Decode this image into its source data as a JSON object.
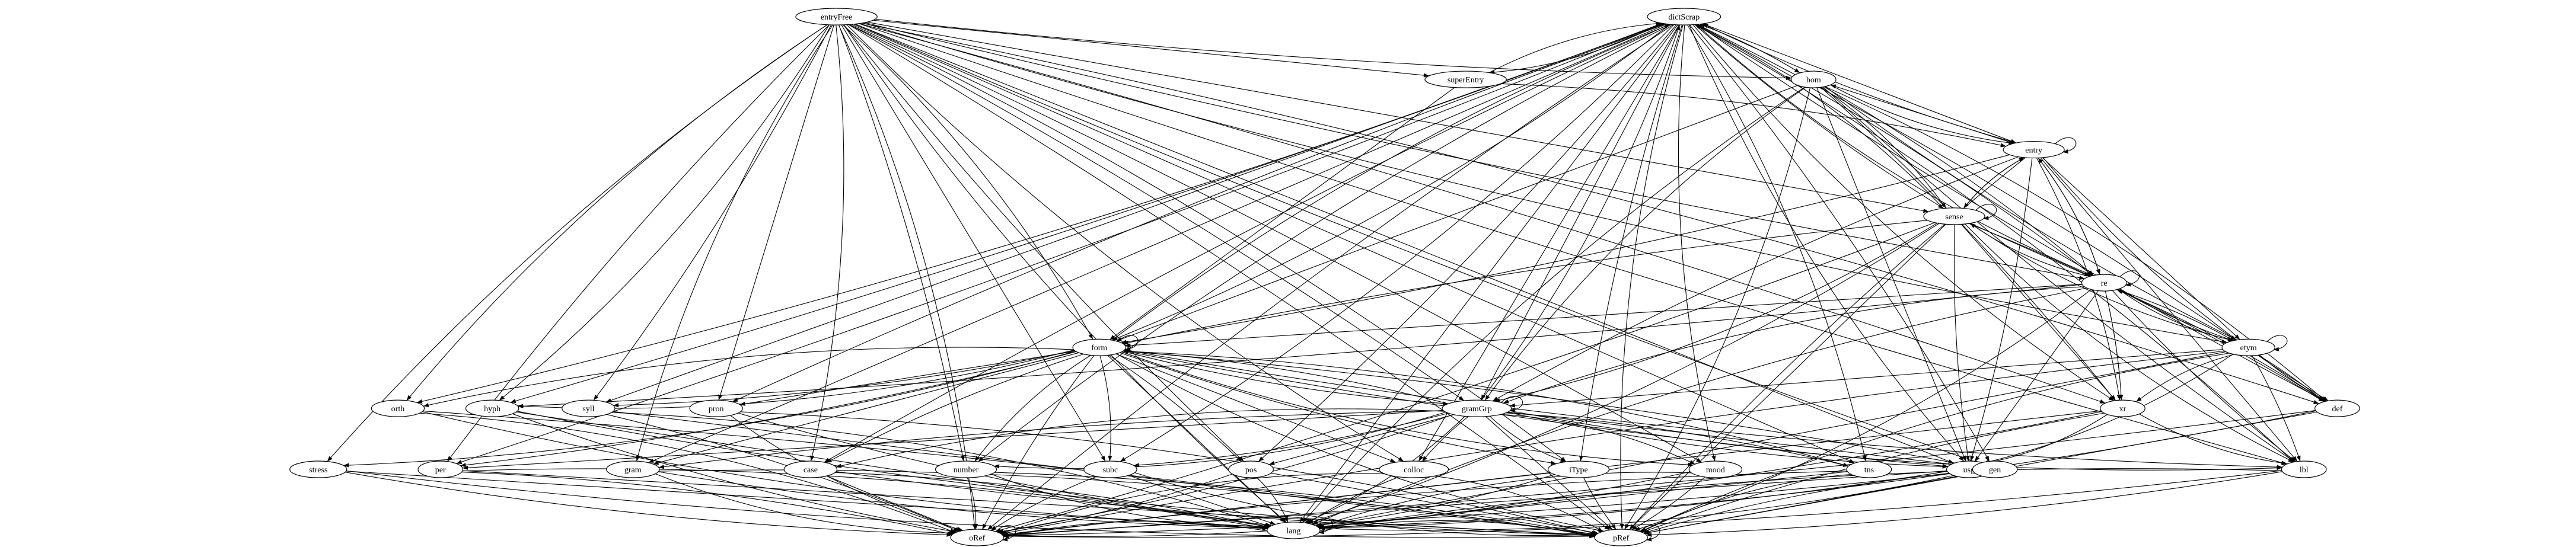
{
  "diagram": {
    "nodes": [
      {
        "id": "entryFree",
        "label": "entryFree"
      },
      {
        "id": "dictScrap",
        "label": "dictScrap"
      },
      {
        "id": "superEntry",
        "label": "superEntry"
      },
      {
        "id": "hom",
        "label": "hom"
      },
      {
        "id": "entry",
        "label": "entry"
      },
      {
        "id": "sense",
        "label": "sense"
      },
      {
        "id": "re",
        "label": "re"
      },
      {
        "id": "form",
        "label": "form"
      },
      {
        "id": "etym",
        "label": "etym"
      },
      {
        "id": "gramGrp",
        "label": "gramGrp"
      },
      {
        "id": "def",
        "label": "def"
      },
      {
        "id": "xr",
        "label": "xr"
      },
      {
        "id": "orth",
        "label": "orth"
      },
      {
        "id": "hyph",
        "label": "hyph"
      },
      {
        "id": "syll",
        "label": "syll"
      },
      {
        "id": "pron",
        "label": "pron"
      },
      {
        "id": "usg",
        "label": "usg"
      },
      {
        "id": "lbl",
        "label": "lbl"
      },
      {
        "id": "stress",
        "label": "stress"
      },
      {
        "id": "per",
        "label": "per"
      },
      {
        "id": "gram",
        "label": "gram"
      },
      {
        "id": "case",
        "label": "case"
      },
      {
        "id": "number",
        "label": "number"
      },
      {
        "id": "subc",
        "label": "subc"
      },
      {
        "id": "pos",
        "label": "pos"
      },
      {
        "id": "colloc",
        "label": "colloc"
      },
      {
        "id": "iType",
        "label": "iType"
      },
      {
        "id": "mood",
        "label": "mood"
      },
      {
        "id": "tns",
        "label": "tns"
      },
      {
        "id": "gen",
        "label": "gen"
      },
      {
        "id": "lang",
        "label": "lang"
      },
      {
        "id": "oRef",
        "label": "oRef"
      },
      {
        "id": "pRef",
        "label": "pRef"
      }
    ],
    "edges": [
      [
        "entryFree",
        "form"
      ],
      [
        "entryFree",
        "gramGrp"
      ],
      [
        "entryFree",
        "sense"
      ],
      [
        "entryFree",
        "re"
      ],
      [
        "entryFree",
        "etym"
      ],
      [
        "entryFree",
        "def"
      ],
      [
        "entryFree",
        "xr"
      ],
      [
        "entryFree",
        "usg"
      ],
      [
        "entryFree",
        "lbl"
      ],
      [
        "entryFree",
        "orth"
      ],
      [
        "entryFree",
        "hyph"
      ],
      [
        "entryFree",
        "syll"
      ],
      [
        "entryFree",
        "pron"
      ],
      [
        "entryFree",
        "per"
      ],
      [
        "entryFree",
        "gram"
      ],
      [
        "entryFree",
        "case"
      ],
      [
        "entryFree",
        "number"
      ],
      [
        "entryFree",
        "subc"
      ],
      [
        "entryFree",
        "pos"
      ],
      [
        "entryFree",
        "colloc"
      ],
      [
        "entryFree",
        "iType"
      ],
      [
        "entryFree",
        "mood"
      ],
      [
        "entryFree",
        "tns"
      ],
      [
        "entryFree",
        "gen"
      ],
      [
        "entryFree",
        "lang"
      ],
      [
        "entryFree",
        "oRef"
      ],
      [
        "entryFree",
        "pRef"
      ],
      [
        "entryFree",
        "superEntry"
      ],
      [
        "entryFree",
        "hom"
      ],
      [
        "entryFree",
        "stress"
      ],
      [
        "dictScrap",
        "superEntry"
      ],
      [
        "dictScrap",
        "hom"
      ],
      [
        "dictScrap",
        "entry"
      ],
      [
        "dictScrap",
        "sense"
      ],
      [
        "dictScrap",
        "re"
      ],
      [
        "dictScrap",
        "form"
      ],
      [
        "dictScrap",
        "etym"
      ],
      [
        "dictScrap",
        "gramGrp"
      ],
      [
        "dictScrap",
        "def"
      ],
      [
        "dictScrap",
        "xr"
      ],
      [
        "dictScrap",
        "orth"
      ],
      [
        "dictScrap",
        "hyph"
      ],
      [
        "dictScrap",
        "syll"
      ],
      [
        "dictScrap",
        "pron"
      ],
      [
        "dictScrap",
        "usg"
      ],
      [
        "dictScrap",
        "lbl"
      ],
      [
        "dictScrap",
        "per"
      ],
      [
        "dictScrap",
        "gram"
      ],
      [
        "dictScrap",
        "case"
      ],
      [
        "dictScrap",
        "number"
      ],
      [
        "dictScrap",
        "subc"
      ],
      [
        "dictScrap",
        "pos"
      ],
      [
        "dictScrap",
        "colloc"
      ],
      [
        "dictScrap",
        "iType"
      ],
      [
        "dictScrap",
        "mood"
      ],
      [
        "dictScrap",
        "tns"
      ],
      [
        "dictScrap",
        "gen"
      ],
      [
        "dictScrap",
        "lang"
      ],
      [
        "dictScrap",
        "oRef"
      ],
      [
        "dictScrap",
        "pRef"
      ],
      [
        "superEntry",
        "dictScrap"
      ],
      [
        "superEntry",
        "entry"
      ],
      [
        "superEntry",
        "form"
      ],
      [
        "hom",
        "dictScrap"
      ],
      [
        "hom",
        "entry"
      ],
      [
        "hom",
        "sense"
      ],
      [
        "hom",
        "re"
      ],
      [
        "hom",
        "form"
      ],
      [
        "hom",
        "etym"
      ],
      [
        "hom",
        "gramGrp"
      ],
      [
        "hom",
        "def"
      ],
      [
        "hom",
        "xr"
      ],
      [
        "hom",
        "usg"
      ],
      [
        "hom",
        "lbl"
      ],
      [
        "hom",
        "lang"
      ],
      [
        "hom",
        "pRef"
      ],
      [
        "entry",
        "dictScrap"
      ],
      [
        "entry",
        "hom"
      ],
      [
        "entry",
        "entry"
      ],
      [
        "entry",
        "sense"
      ],
      [
        "entry",
        "re"
      ],
      [
        "entry",
        "form"
      ],
      [
        "entry",
        "etym"
      ],
      [
        "entry",
        "gramGrp"
      ],
      [
        "entry",
        "def"
      ],
      [
        "entry",
        "xr"
      ],
      [
        "entry",
        "usg"
      ],
      [
        "entry",
        "lbl"
      ],
      [
        "entry",
        "pRef"
      ],
      [
        "sense",
        "dictScrap"
      ],
      [
        "sense",
        "entry"
      ],
      [
        "sense",
        "sense"
      ],
      [
        "sense",
        "re"
      ],
      [
        "sense",
        "form"
      ],
      [
        "sense",
        "etym"
      ],
      [
        "sense",
        "gramGrp"
      ],
      [
        "sense",
        "def"
      ],
      [
        "sense",
        "xr"
      ],
      [
        "sense",
        "usg"
      ],
      [
        "sense",
        "lbl"
      ],
      [
        "sense",
        "lang"
      ],
      [
        "sense",
        "oRef"
      ],
      [
        "sense",
        "pRef"
      ],
      [
        "re",
        "dictScrap"
      ],
      [
        "re",
        "entry"
      ],
      [
        "re",
        "sense"
      ],
      [
        "re",
        "re"
      ],
      [
        "re",
        "form"
      ],
      [
        "re",
        "etym"
      ],
      [
        "re",
        "gramGrp"
      ],
      [
        "re",
        "def"
      ],
      [
        "re",
        "xr"
      ],
      [
        "re",
        "usg"
      ],
      [
        "re",
        "lbl"
      ],
      [
        "re",
        "lang"
      ],
      [
        "re",
        "pRef"
      ],
      [
        "re",
        "hyph"
      ],
      [
        "form",
        "form"
      ],
      [
        "form",
        "gramGrp"
      ],
      [
        "form",
        "orth"
      ],
      [
        "form",
        "hyph"
      ],
      [
        "form",
        "syll"
      ],
      [
        "form",
        "pron"
      ],
      [
        "form",
        "usg"
      ],
      [
        "form",
        "lbl"
      ],
      [
        "form",
        "stress"
      ],
      [
        "form",
        "per"
      ],
      [
        "form",
        "gram"
      ],
      [
        "form",
        "case"
      ],
      [
        "form",
        "number"
      ],
      [
        "form",
        "subc"
      ],
      [
        "form",
        "pos"
      ],
      [
        "form",
        "colloc"
      ],
      [
        "form",
        "iType"
      ],
      [
        "form",
        "mood"
      ],
      [
        "form",
        "tns"
      ],
      [
        "form",
        "gen"
      ],
      [
        "form",
        "lang"
      ],
      [
        "form",
        "oRef"
      ],
      [
        "form",
        "pRef"
      ],
      [
        "form",
        "dictScrap"
      ],
      [
        "etym",
        "etym"
      ],
      [
        "etym",
        "gramGrp"
      ],
      [
        "etym",
        "def"
      ],
      [
        "etym",
        "xr"
      ],
      [
        "etym",
        "usg"
      ],
      [
        "etym",
        "lbl"
      ],
      [
        "etym",
        "lang"
      ],
      [
        "etym",
        "oRef"
      ],
      [
        "etym",
        "pRef"
      ],
      [
        "etym",
        "re"
      ],
      [
        "gramGrp",
        "gramGrp"
      ],
      [
        "gramGrp",
        "per"
      ],
      [
        "gramGrp",
        "gram"
      ],
      [
        "gramGrp",
        "case"
      ],
      [
        "gramGrp",
        "number"
      ],
      [
        "gramGrp",
        "subc"
      ],
      [
        "gramGrp",
        "pos"
      ],
      [
        "gramGrp",
        "colloc"
      ],
      [
        "gramGrp",
        "iType"
      ],
      [
        "gramGrp",
        "mood"
      ],
      [
        "gramGrp",
        "tns"
      ],
      [
        "gramGrp",
        "gen"
      ],
      [
        "gramGrp",
        "usg"
      ],
      [
        "gramGrp",
        "lbl"
      ],
      [
        "gramGrp",
        "lang"
      ],
      [
        "gramGrp",
        "oRef"
      ],
      [
        "gramGrp",
        "pRef"
      ],
      [
        "gramGrp",
        "form"
      ],
      [
        "gramGrp",
        "dictScrap"
      ],
      [
        "def",
        "lang"
      ],
      [
        "def",
        "oRef"
      ],
      [
        "def",
        "pRef"
      ],
      [
        "def",
        "re"
      ],
      [
        "xr",
        "lbl"
      ],
      [
        "xr",
        "usg"
      ],
      [
        "xr",
        "lang"
      ],
      [
        "xr",
        "oRef"
      ],
      [
        "xr",
        "pRef"
      ],
      [
        "orth",
        "lang"
      ],
      [
        "orth",
        "oRef"
      ],
      [
        "orth",
        "pRef"
      ],
      [
        "hyph",
        "lang"
      ],
      [
        "hyph",
        "oRef"
      ],
      [
        "hyph",
        "pRef"
      ],
      [
        "syll",
        "lang"
      ],
      [
        "syll",
        "oRef"
      ],
      [
        "syll",
        "pRef"
      ],
      [
        "pron",
        "lang"
      ],
      [
        "pron",
        "oRef"
      ],
      [
        "pron",
        "pRef"
      ],
      [
        "usg",
        "lang"
      ],
      [
        "usg",
        "oRef"
      ],
      [
        "usg",
        "pRef"
      ],
      [
        "lbl",
        "lang"
      ],
      [
        "lbl",
        "oRef"
      ],
      [
        "lbl",
        "pRef"
      ],
      [
        "stress",
        "lang"
      ],
      [
        "stress",
        "oRef"
      ],
      [
        "stress",
        "pRef"
      ],
      [
        "per",
        "lang"
      ],
      [
        "per",
        "oRef"
      ],
      [
        "per",
        "pRef"
      ],
      [
        "gram",
        "lang"
      ],
      [
        "gram",
        "oRef"
      ],
      [
        "gram",
        "pRef"
      ],
      [
        "case",
        "lang"
      ],
      [
        "case",
        "oRef"
      ],
      [
        "case",
        "pRef"
      ],
      [
        "number",
        "lang"
      ],
      [
        "number",
        "oRef"
      ],
      [
        "number",
        "pRef"
      ],
      [
        "subc",
        "lang"
      ],
      [
        "subc",
        "oRef"
      ],
      [
        "subc",
        "pRef"
      ],
      [
        "pos",
        "lang"
      ],
      [
        "pos",
        "oRef"
      ],
      [
        "pos",
        "pRef"
      ],
      [
        "colloc",
        "lang"
      ],
      [
        "colloc",
        "oRef"
      ],
      [
        "colloc",
        "pRef"
      ],
      [
        "iType",
        "lang"
      ],
      [
        "iType",
        "oRef"
      ],
      [
        "iType",
        "pRef"
      ],
      [
        "mood",
        "lang"
      ],
      [
        "mood",
        "oRef"
      ],
      [
        "mood",
        "pRef"
      ],
      [
        "tns",
        "lang"
      ],
      [
        "tns",
        "oRef"
      ],
      [
        "tns",
        "pRef"
      ],
      [
        "gen",
        "lang"
      ],
      [
        "gen",
        "oRef"
      ],
      [
        "gen",
        "pRef"
      ],
      [
        "lang",
        "lang"
      ],
      [
        "lang",
        "oRef"
      ],
      [
        "lang",
        "pRef"
      ],
      [
        "oRef",
        "oRef"
      ],
      [
        "pRef",
        "pRef"
      ]
    ]
  }
}
